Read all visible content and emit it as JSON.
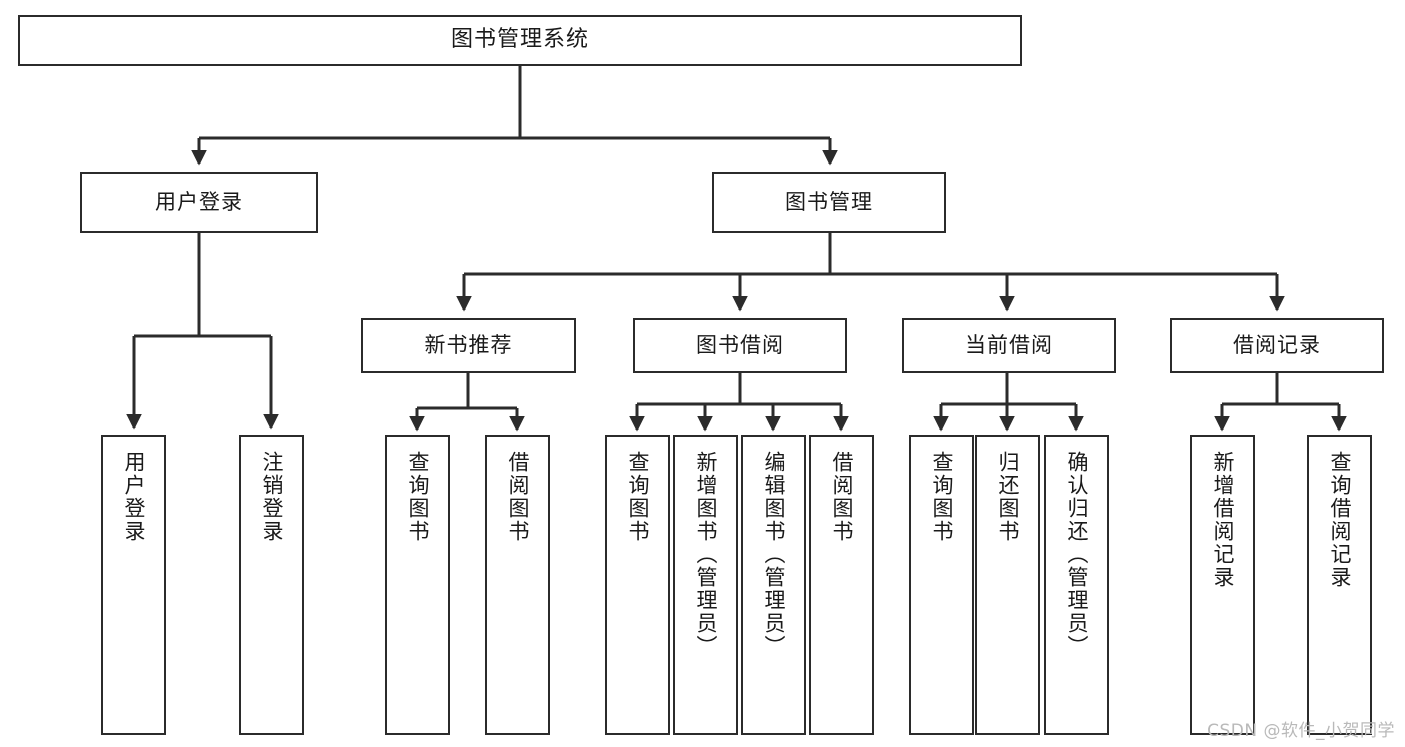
{
  "diagram": {
    "title": "图书管理系统",
    "watermark": "CSDN @软件_小贺同学",
    "line_color": "#2b2b2b",
    "box_fill": "#ffffff",
    "text_color": "#1a1a1a"
  },
  "nodes": {
    "root": {
      "label": "图书管理系统"
    },
    "level2": [
      {
        "id": "user-login",
        "label": "用户登录"
      },
      {
        "id": "book-management",
        "label": "图书管理"
      }
    ],
    "level3": [
      {
        "id": "new-book-recommend",
        "label": "新书推荐"
      },
      {
        "id": "book-borrow",
        "label": "图书借阅"
      },
      {
        "id": "current-borrow",
        "label": "当前借阅"
      },
      {
        "id": "borrow-record",
        "label": "借阅记录"
      }
    ],
    "leaves": {
      "user_login": [
        {
          "id": "leaf-user-login",
          "label": "用户登录"
        },
        {
          "id": "leaf-logout-login",
          "label": "注销登录"
        }
      ],
      "new_book_recommend": [
        {
          "id": "leaf-query-book-1",
          "label": "查询图书"
        },
        {
          "id": "leaf-borrow-book-1",
          "label": "借阅图书"
        }
      ],
      "book_borrow": [
        {
          "id": "leaf-query-book-2",
          "label": "查询图书"
        },
        {
          "id": "leaf-add-book",
          "label": "新增图书（管理员）"
        },
        {
          "id": "leaf-edit-book",
          "label": "编辑图书（管理员）"
        },
        {
          "id": "leaf-borrow-book-2",
          "label": "借阅图书"
        }
      ],
      "current_borrow": [
        {
          "id": "leaf-query-book-3",
          "label": "查询图书"
        },
        {
          "id": "leaf-return-book",
          "label": "归还图书"
        },
        {
          "id": "leaf-confirm-return",
          "label": "确认归还（管理员）"
        }
      ],
      "borrow_record": [
        {
          "id": "leaf-add-borrow-record",
          "label": "新增借阅记录"
        },
        {
          "id": "leaf-query-borrow-record",
          "label": "查询借阅记录"
        }
      ]
    }
  }
}
